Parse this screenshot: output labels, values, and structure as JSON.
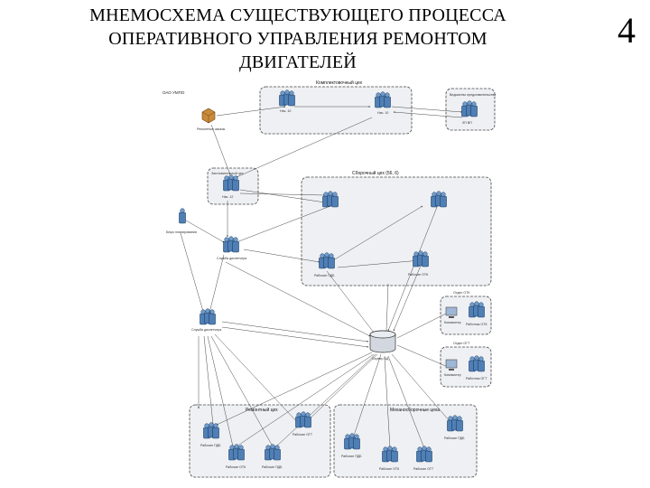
{
  "title": {
    "line1": "МНЕМОСХЕМА СУЩЕСТВУЮЩЕГО ПРОЦЕССА",
    "line2": "ОПЕРАТИВНОГО УПРАВЛЕНИЯ РЕМОНТОМ",
    "line3": "ДВИГАТЕЛЕЙ"
  },
  "slide_number": "4",
  "diagram": {
    "org": "ОАО УМПО",
    "groups": {
      "top_shop": "Комплектовочный цех",
      "right_top": "Ведомство представительства",
      "mid_left": "Заготовительный цех",
      "assembly": "Сборочный цех (56, 6)",
      "otk": "Отдел ОТК",
      "ogt": "Отдел ОГТ",
      "bottom_left": "Ремонтный цех",
      "bottom_right": "Механосборочные цеха"
    },
    "nodes": {
      "server": "Сервер БД",
      "customer": "Ремонтные заказы",
      "boss1": "Нач. 10",
      "boss2": "Нач. 12",
      "rep": "ЗП ВП",
      "dispatcher": "Служба диспетчера",
      "planner": "Бюро планирования",
      "worker1": "Рабочие ПДБ",
      "worker2": "Рабочие ОТК",
      "worker3": "Рабочие ПДБ",
      "worker4": "Рабочие ОТК",
      "worker5": "Рабочие ПДБ",
      "worker6": "Рабочие ОГТ",
      "worker7": "Рабочие ПДБ",
      "otk_worker": "Работник ОТК",
      "ogt_worker": "Работник ОГТ",
      "pc": "Компьютер"
    }
  }
}
